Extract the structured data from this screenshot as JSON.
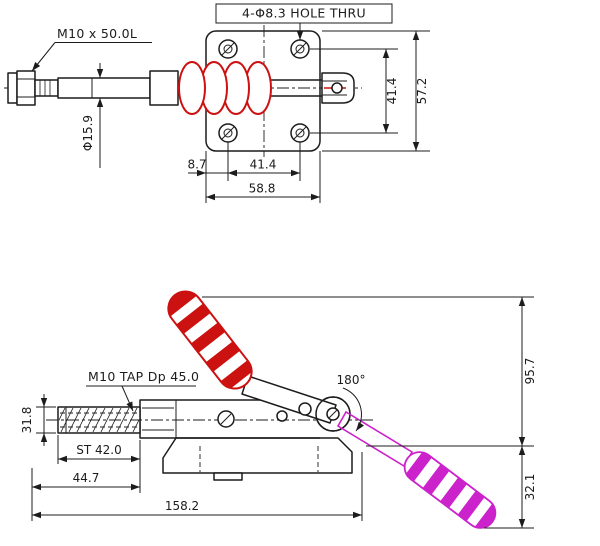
{
  "colors": {
    "line": "#1c1c1c",
    "handle_red": "#cc1111",
    "phantom_magenta": "#cc22cc",
    "background": "#ffffff"
  },
  "top_view": {
    "callouts": {
      "thread": "M10 x 50.0L",
      "holes": "4-Φ8.3 HOLE THRU"
    },
    "dimensions": {
      "rod_diameter": "Φ15.9",
      "hole_spacing_vertical": "41.4",
      "plate_height": "57.2",
      "hole_edge_offset": "8.7",
      "hole_spacing_horizontal": "41.4",
      "plate_width": "58.8"
    }
  },
  "side_view": {
    "callouts": {
      "tap": "M10 TAP Dp 45.0",
      "swing_angle": "180°"
    },
    "dimensions": {
      "rod_diameter": "31.8",
      "stroke": "ST 42.0",
      "rod_extension": "44.7",
      "overall_length": "158.2",
      "handle_height": "95.7",
      "handle_drop": "32.1"
    }
  }
}
